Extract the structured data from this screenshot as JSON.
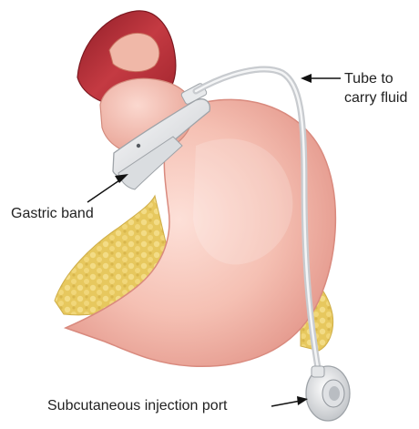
{
  "labels": {
    "tube_line1": "Tube to",
    "tube_line2": "carry fluid",
    "gastric_band": "Gastric band",
    "injection_port": "Subcutaneous injection port"
  },
  "colors": {
    "background": "#ffffff",
    "stomach": "#f2b9ad",
    "stomach_shadow": "#e4958a",
    "esophagus": "#b8323b",
    "fat": "#e9cf6e",
    "device": "#eceef0",
    "arrow": "#111111",
    "text": "#222222"
  }
}
